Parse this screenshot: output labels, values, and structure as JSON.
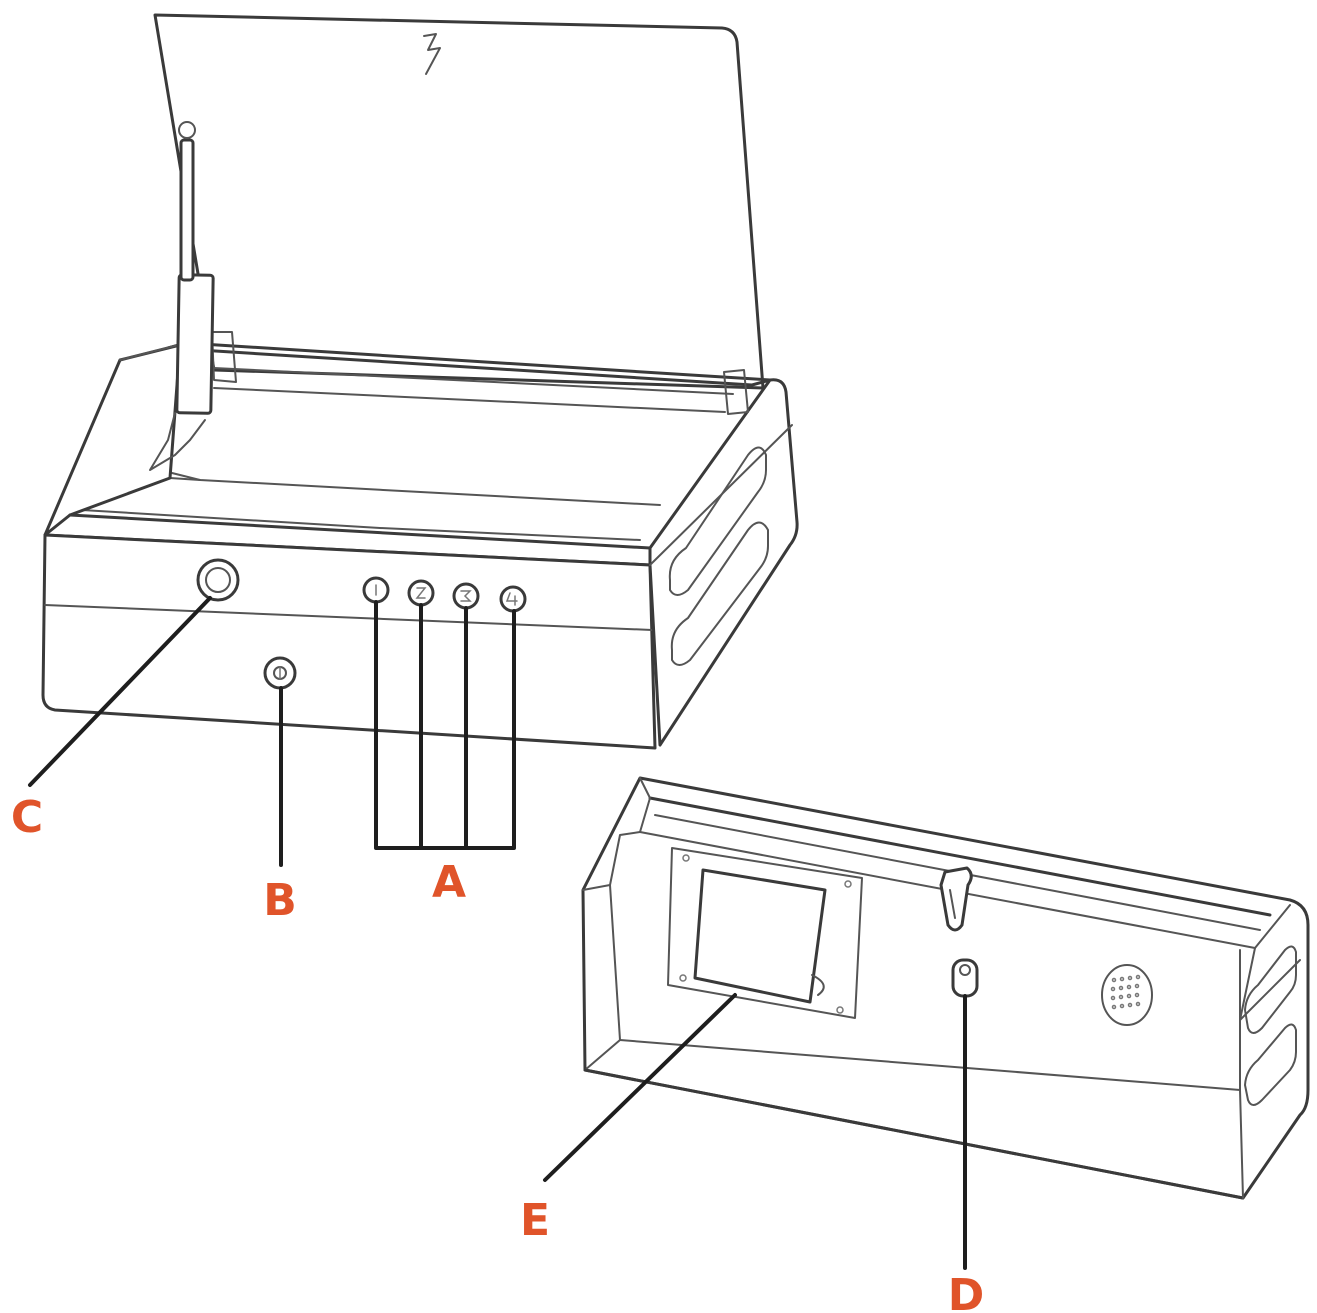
{
  "colors": {
    "label": "#e0542a",
    "line": "#3a3a3a",
    "leader": "#1e1e1e"
  },
  "icons": {
    "lid_hinge_mark": "lightning-bolt-icon",
    "keypad_buttons": [
      "1",
      "2",
      "3",
      "4"
    ],
    "speaker_grille": "speaker-grille-icon"
  },
  "callouts": {
    "A": "A",
    "B": "B",
    "C": "C",
    "D": "D",
    "E": "E"
  }
}
